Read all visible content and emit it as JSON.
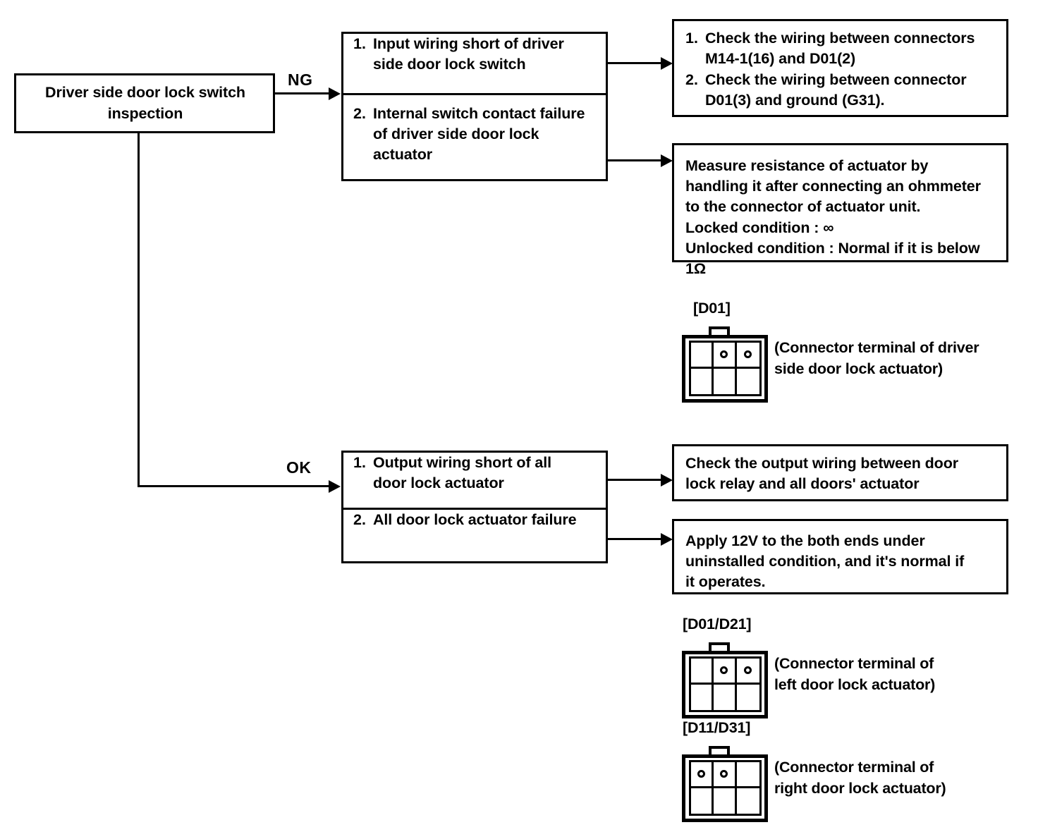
{
  "diagram": {
    "title": "Driver side door lock switch inspection flow",
    "start": {
      "label": "Driver side door lock switch\ninspection"
    },
    "branches": {
      "ng_label": "NG",
      "ok_label": "OK"
    },
    "ng_causes": {
      "item1_num": "1.",
      "item1_text": "Input wiring short of driver\nside door lock switch",
      "item2_num": "2.",
      "item2_text": "Internal switch contact failure\nof driver side door lock\nactuator"
    },
    "ng_actions": {
      "action1": {
        "line1_num": "1.",
        "line1_text": "Check the wiring between connectors\nM14-1(16) and D01(2)",
        "line2_num": "2.",
        "line2_text": "Check the wiring between connector\nD01(3) and ground (G31)."
      },
      "action2": {
        "text": "Measure resistance of actuator by\nhandling it after connecting an ohmmeter\nto the connector of actuator unit.\nLocked condition : ∞\nUnlocked condition : Normal if it is below 1Ω"
      }
    },
    "ok_causes": {
      "item1_num": "1.",
      "item1_text": "Output wiring short of all\ndoor lock actuator",
      "item2_num": "2.",
      "item2_text": "All door lock actuator failure"
    },
    "ok_actions": {
      "action1": {
        "text": "Check the output wiring between door\nlock relay and all doors' actuator"
      },
      "action2": {
        "text": "Apply 12V to the both ends under\nuninstalled condition, and it's normal if\nit operates."
      }
    },
    "connectors": [
      {
        "id": "d01",
        "label": "[D01]",
        "caption": "(Connector terminal of driver\n  side door lock actuator)",
        "pins": [
          false,
          true,
          true,
          false,
          false,
          false
        ]
      },
      {
        "id": "d01-d21",
        "label": "[D01/D21]",
        "caption": "(Connector terminal of\n   left door lock actuator)",
        "pins": [
          false,
          true,
          true,
          false,
          false,
          false
        ]
      },
      {
        "id": "d11-d31",
        "label": "[D11/D31]",
        "caption": "(Connector terminal of\n  right door lock actuator)",
        "pins": [
          true,
          true,
          false,
          false,
          false,
          false
        ]
      }
    ]
  }
}
